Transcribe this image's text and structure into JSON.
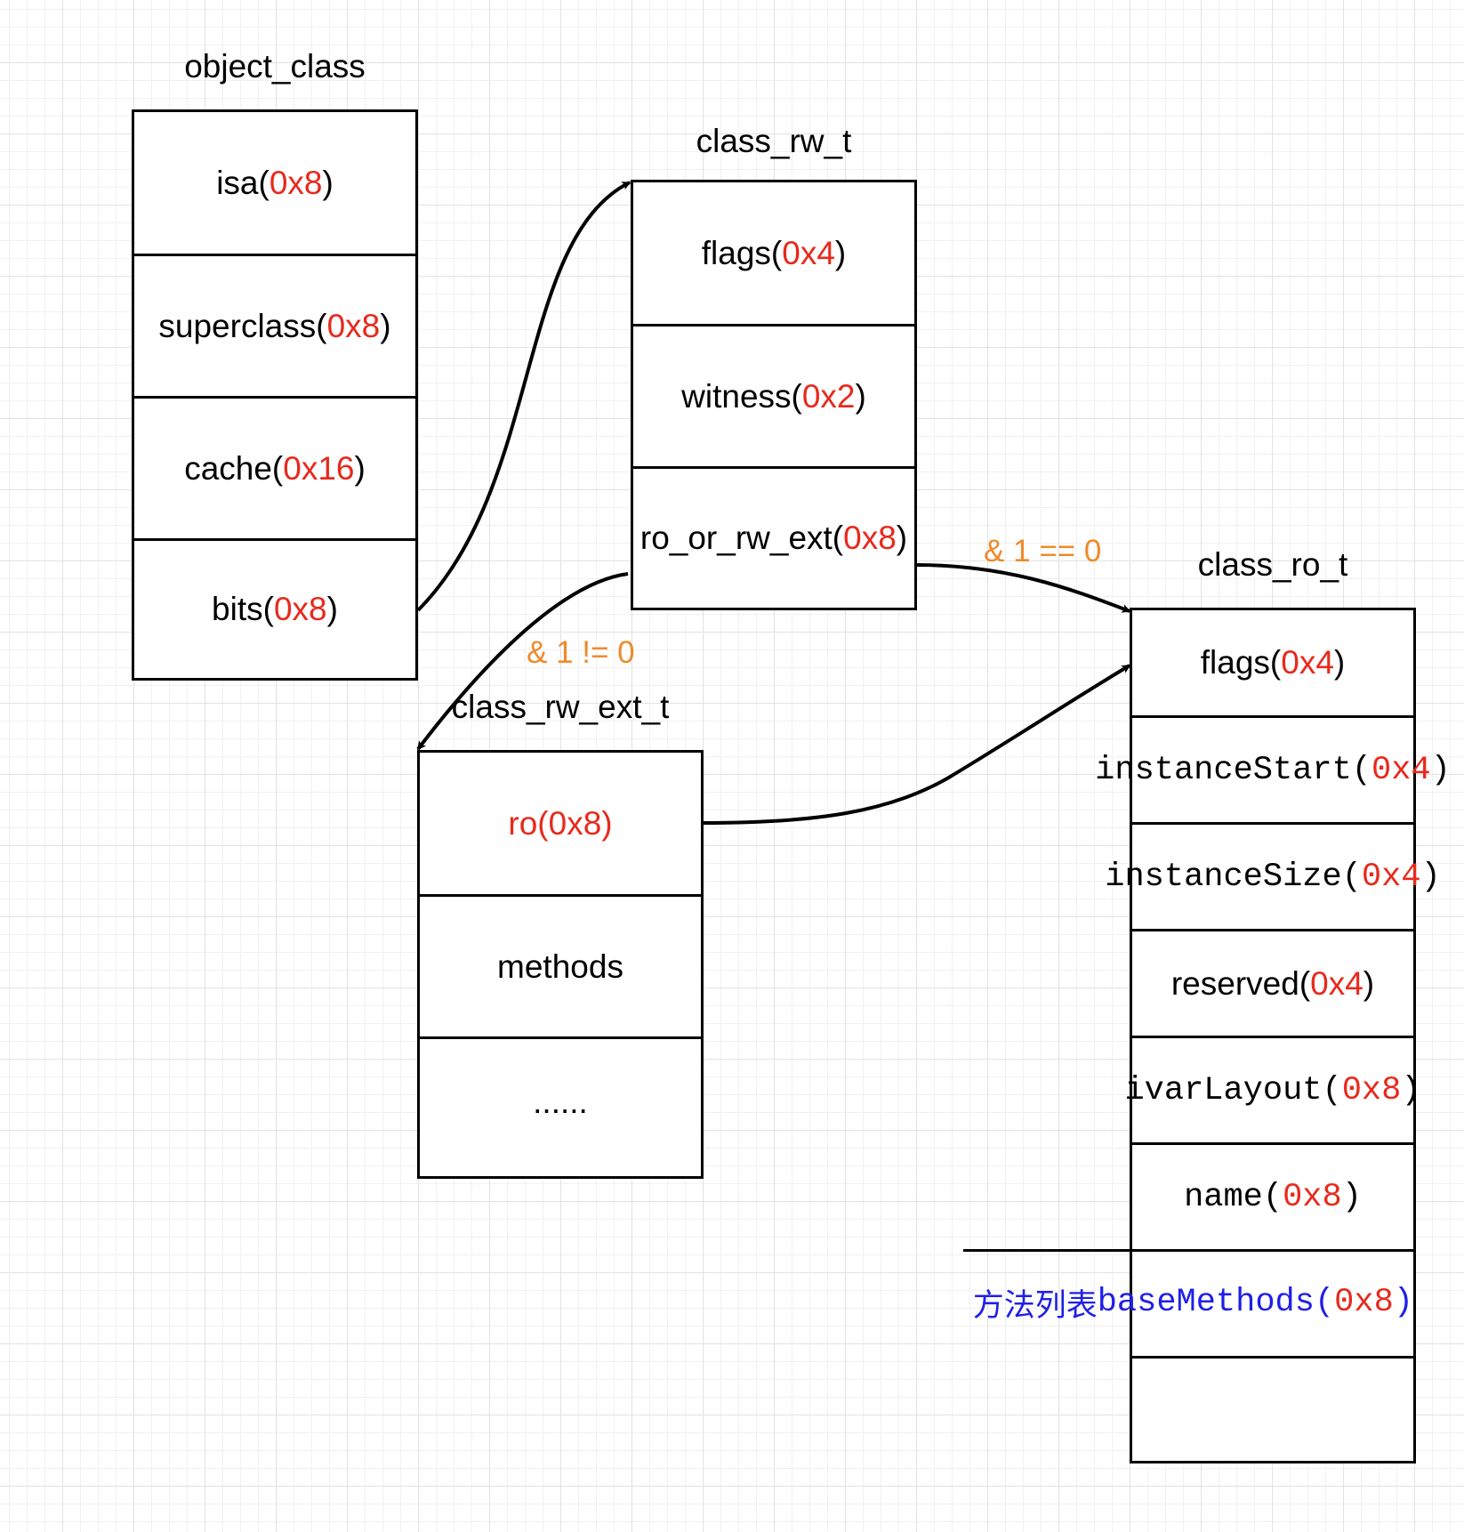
{
  "object_class": {
    "title": "object_class",
    "fields": [
      {
        "name": "isa(",
        "size": "0x8",
        "close": ")"
      },
      {
        "name": "superclass(",
        "size": "0x8",
        "close": ")"
      },
      {
        "name": "cache(",
        "size": "0x16",
        "close": ")"
      },
      {
        "name": "bits(",
        "size": "0x8",
        "close": ")"
      }
    ]
  },
  "class_rw_t": {
    "title": "class_rw_t",
    "fields": [
      {
        "name": "flags(",
        "size": "0x4",
        "close": ")"
      },
      {
        "name": "witness(",
        "size": "0x2",
        "close": ")"
      },
      {
        "name": "ro_or_rw_ext(",
        "size": "0x8",
        "close": ")"
      }
    ]
  },
  "class_rw_ext_t": {
    "title": "class_rw_ext_t",
    "fields": [
      {
        "label": "ro(0x8)"
      },
      {
        "label": "methods"
      },
      {
        "label": "......"
      }
    ]
  },
  "class_ro_t": {
    "title": "class_ro_t",
    "fields": [
      {
        "name": "flags(",
        "size": "0x4",
        "close": ")"
      },
      {
        "name": "instanceStart(",
        "size": "0x4",
        "close": ")"
      },
      {
        "name": "instanceSize(",
        "size": "0x4",
        "close": ")"
      },
      {
        "name": "reserved(",
        "size": "0x4",
        "close": ")"
      },
      {
        "name": "ivarLayout(",
        "size": "0x8",
        "close": ")"
      },
      {
        "name": "name(",
        "size": "0x8",
        "close": ")"
      },
      {
        "prefix": "方法列表 ",
        "name": "baseMethods(",
        "size": "0x8",
        "close": ")"
      },
      {
        "label": ""
      }
    ]
  },
  "conditions": {
    "ro_branch": "& 1 == 0",
    "ext_branch": "& 1 != 0"
  },
  "colors": {
    "hex_size": "#e8291c",
    "condition": "#f08a2a",
    "method_list": "#1f1fe8"
  }
}
